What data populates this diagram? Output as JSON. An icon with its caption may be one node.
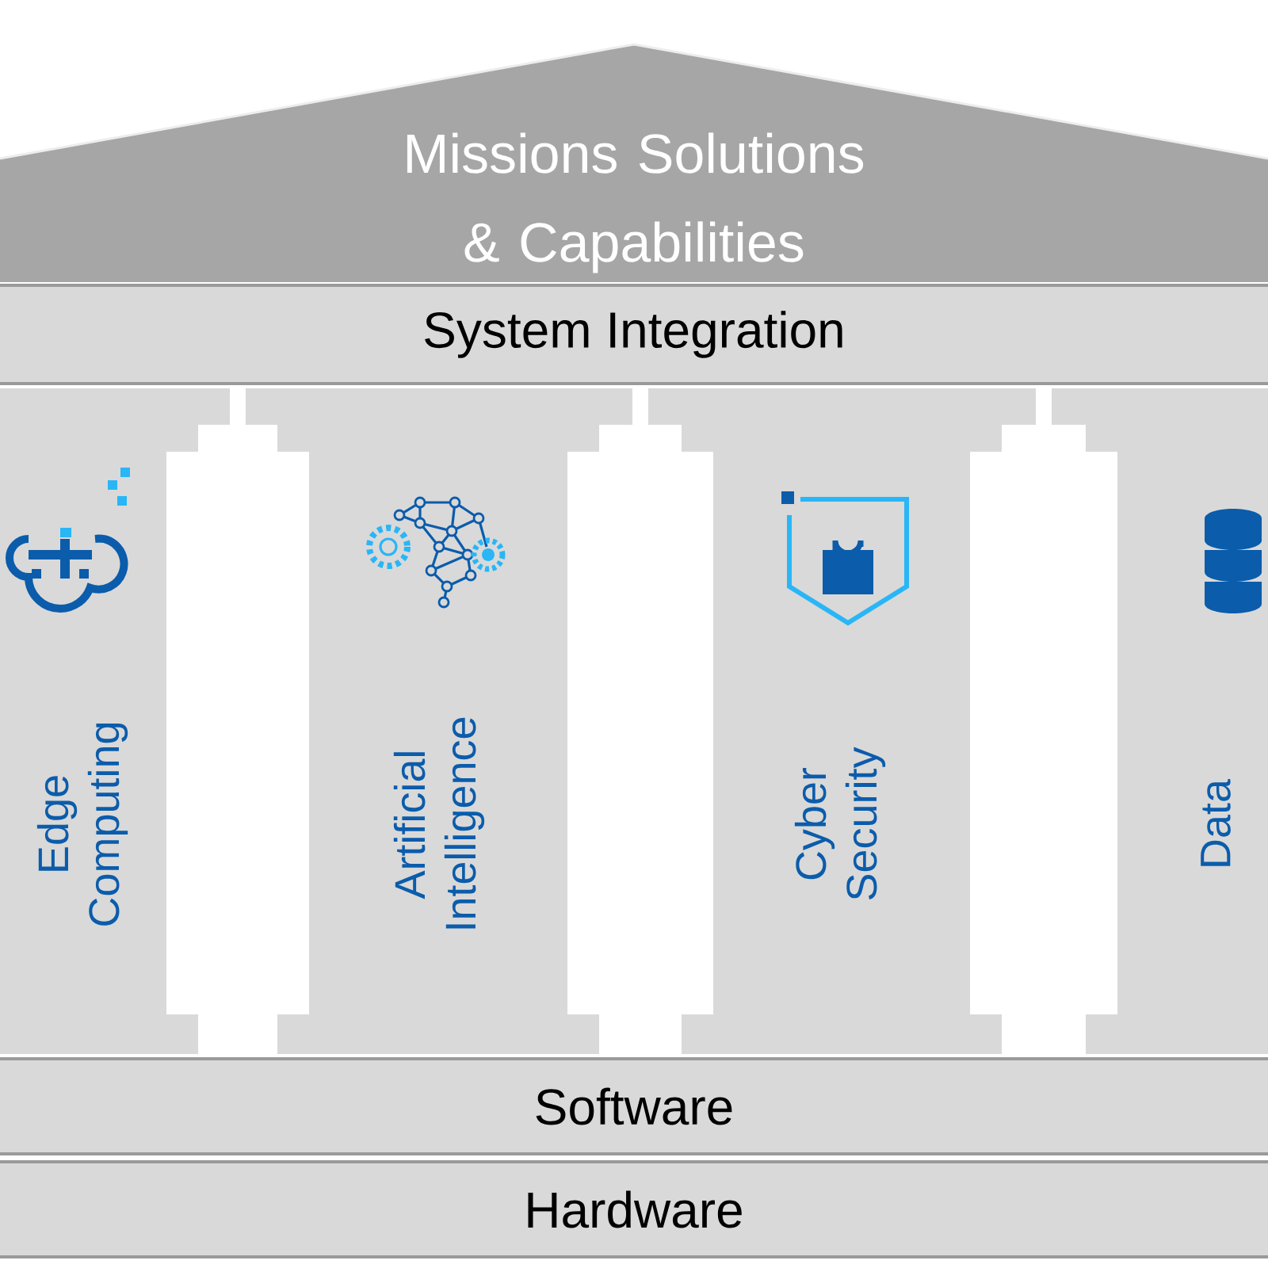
{
  "diagram": {
    "nodes": [
      {
        "text": [
          "Missions Solutions & Capabilities"
        ]
      },
      {
        "text": [
          "System Integration"
        ]
      },
      {
        "text": [
          "Edge Computing"
        ]
      },
      {
        "text": [
          "Artificial Intelligence"
        ]
      },
      {
        "text": [
          "Cyber Security"
        ]
      },
      {
        "text": [
          "Data"
        ]
      },
      {
        "text": [
          "Software"
        ]
      },
      {
        "text": [
          "Hardware"
        ]
      }
    ]
  }
}
